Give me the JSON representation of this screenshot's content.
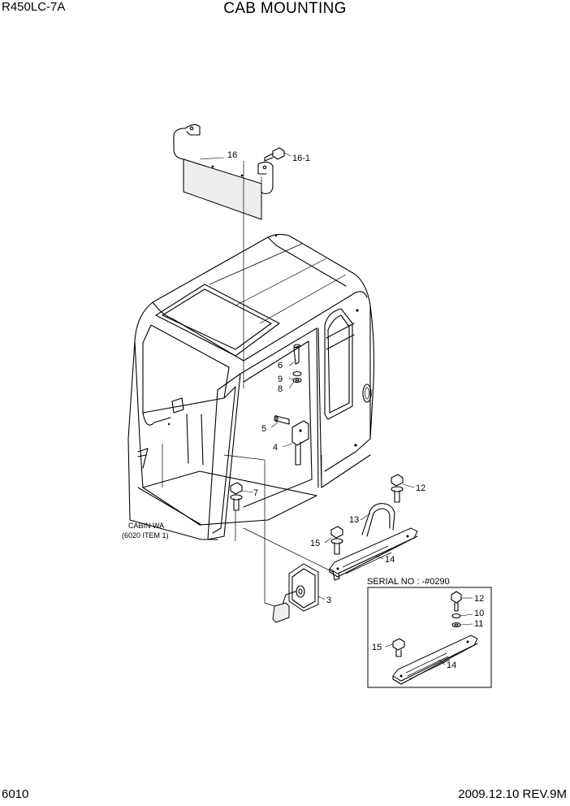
{
  "header": {
    "model": "R450LC-7A",
    "title": "CAB MOUNTING"
  },
  "footer": {
    "page_number": "6010",
    "revision": "2009.12.10  REV.9M"
  },
  "cabin_note": {
    "line1": "CABIN WA",
    "line2": "(6020 ITEM 1)"
  },
  "serial_box": {
    "title": "SERIAL NO : -#0290"
  },
  "callouts": {
    "sunvisor": "16",
    "sunvisor_bolt": "16-1",
    "bolt_6": "6",
    "washer_9": "9",
    "washer_8": "8",
    "pin_5": "5",
    "bracket_4": "4",
    "bolt_7": "7",
    "mirror_3": "3",
    "handrail_13": "13",
    "bolt_15": "15",
    "step_14": "14",
    "bolt_12": "12",
    "inset_bolt_12": "12",
    "inset_washer_10": "10",
    "inset_washer_11": "11",
    "inset_bolt_15": "15",
    "inset_step_14": "14"
  }
}
